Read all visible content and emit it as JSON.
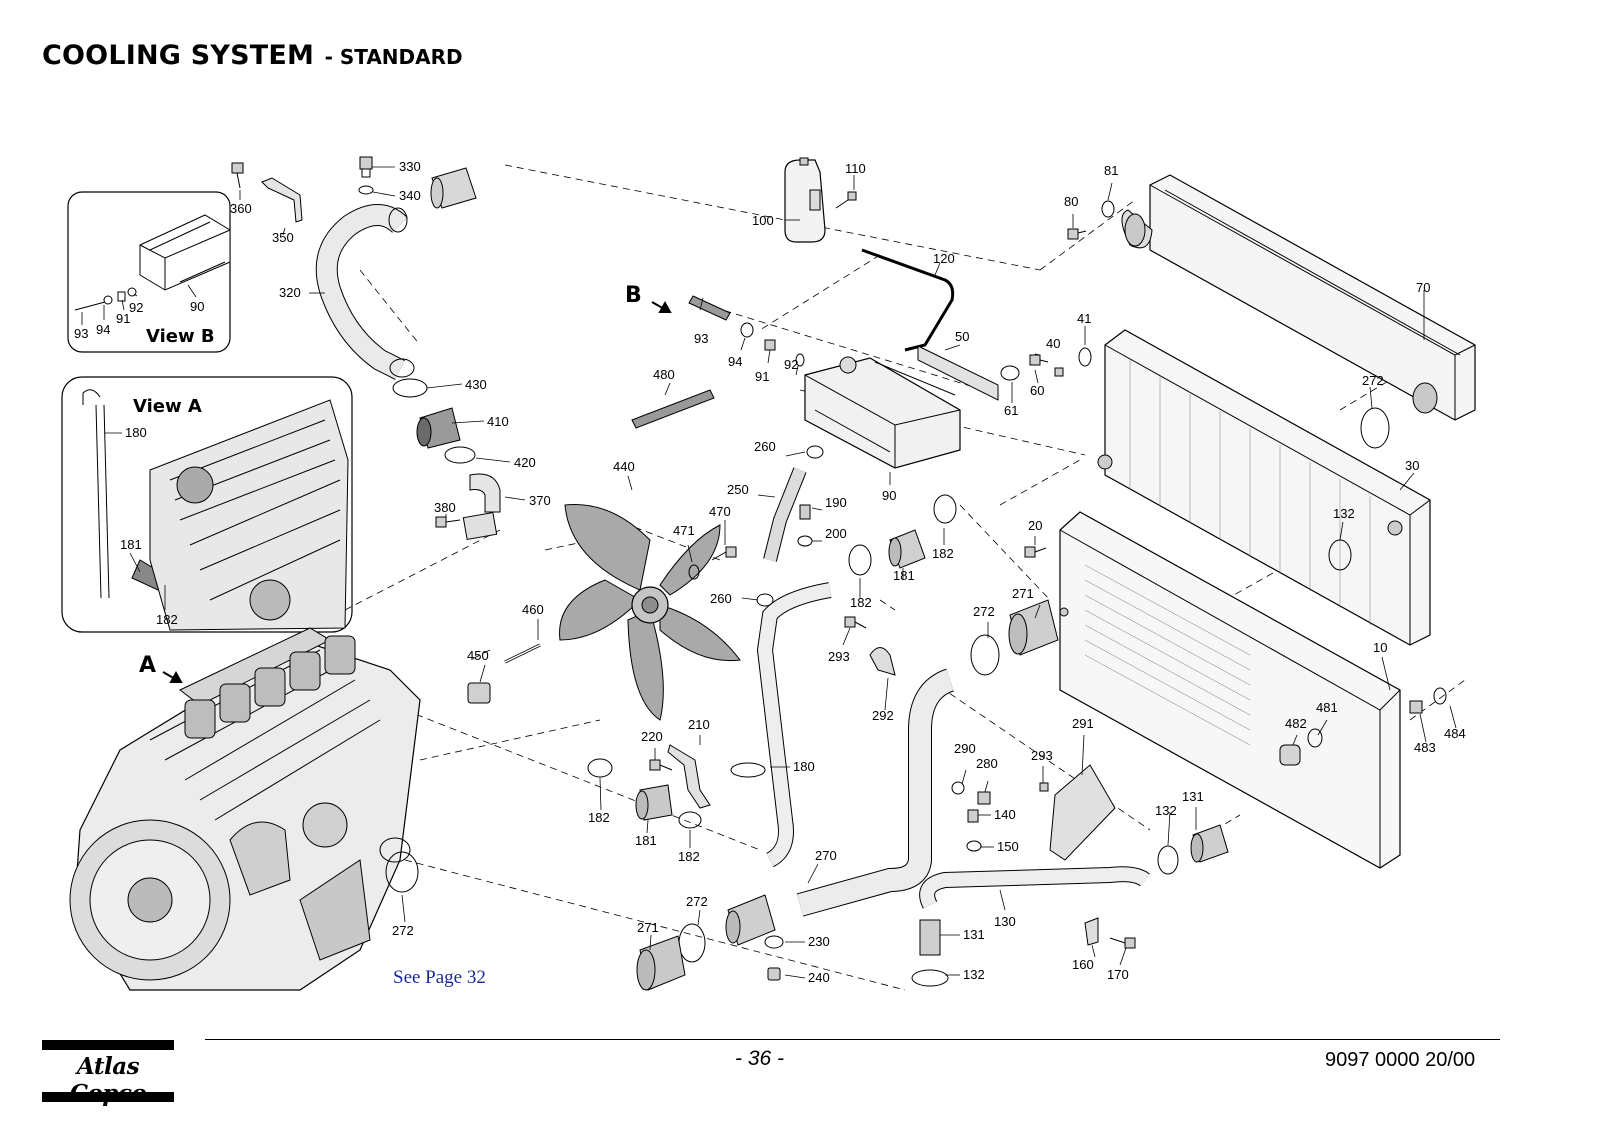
{
  "header": {
    "title": "COOLING SYSTEM",
    "subtitle": "- STANDARD"
  },
  "views": {
    "view_a": "View A",
    "view_b": "View B",
    "arrow_a": "A",
    "arrow_b": "B"
  },
  "reference": {
    "see_page": "See Page 32"
  },
  "callouts": {
    "c330": "330",
    "c340": "340",
    "c360": "360",
    "c350": "350",
    "c320": "320",
    "c430": "430",
    "c410": "410",
    "c420": "420",
    "c370": "370",
    "c380": "380",
    "c110": "110",
    "c100": "100",
    "c120": "120",
    "c50": "50",
    "c81": "81",
    "c80": "80",
    "c70": "70",
    "c41": "41",
    "c40": "40",
    "c60": "60",
    "c61": "61",
    "c93": "93",
    "c94": "94",
    "c91": "91",
    "c92": "92",
    "c480": "480",
    "c440": "440",
    "c470": "470",
    "c471": "471",
    "c260a": "260",
    "c250": "250",
    "c190": "190",
    "c200": "200",
    "c90": "90",
    "c182a": "182",
    "c181a": "181",
    "c182b": "182",
    "c260b": "260",
    "c460": "460",
    "c450": "450",
    "c272a": "272",
    "c30": "30",
    "c132a": "132",
    "c20": "20",
    "c272b": "272",
    "c271a": "271",
    "c10": "10",
    "c293a": "293",
    "c292": "292",
    "c481": "481",
    "c482": "482",
    "c483": "483",
    "c484": "484",
    "c291": "291",
    "c293b": "293",
    "c290": "290",
    "c280": "280",
    "c140": "140",
    "c150": "150",
    "c220": "220",
    "c210": "210",
    "c180b": "180",
    "c182c": "182",
    "c181b": "181",
    "c182d": "182",
    "c270": "270",
    "c272c": "272",
    "c271b": "271",
    "c230": "230",
    "c240": "240",
    "c131a": "131",
    "c132b": "132",
    "c131b": "131",
    "c130": "130",
    "c132c": "132",
    "c160": "160",
    "c170": "170",
    "c272d": "272",
    "vb93": "93",
    "vb94": "94",
    "vb91": "91",
    "vb92": "92",
    "vb90": "90",
    "va180": "180",
    "va181": "181",
    "va182": "182"
  },
  "footer": {
    "page": "- 36 -",
    "doc_number": "9097 0000 20/00",
    "logo_text": "Atlas Copco"
  }
}
